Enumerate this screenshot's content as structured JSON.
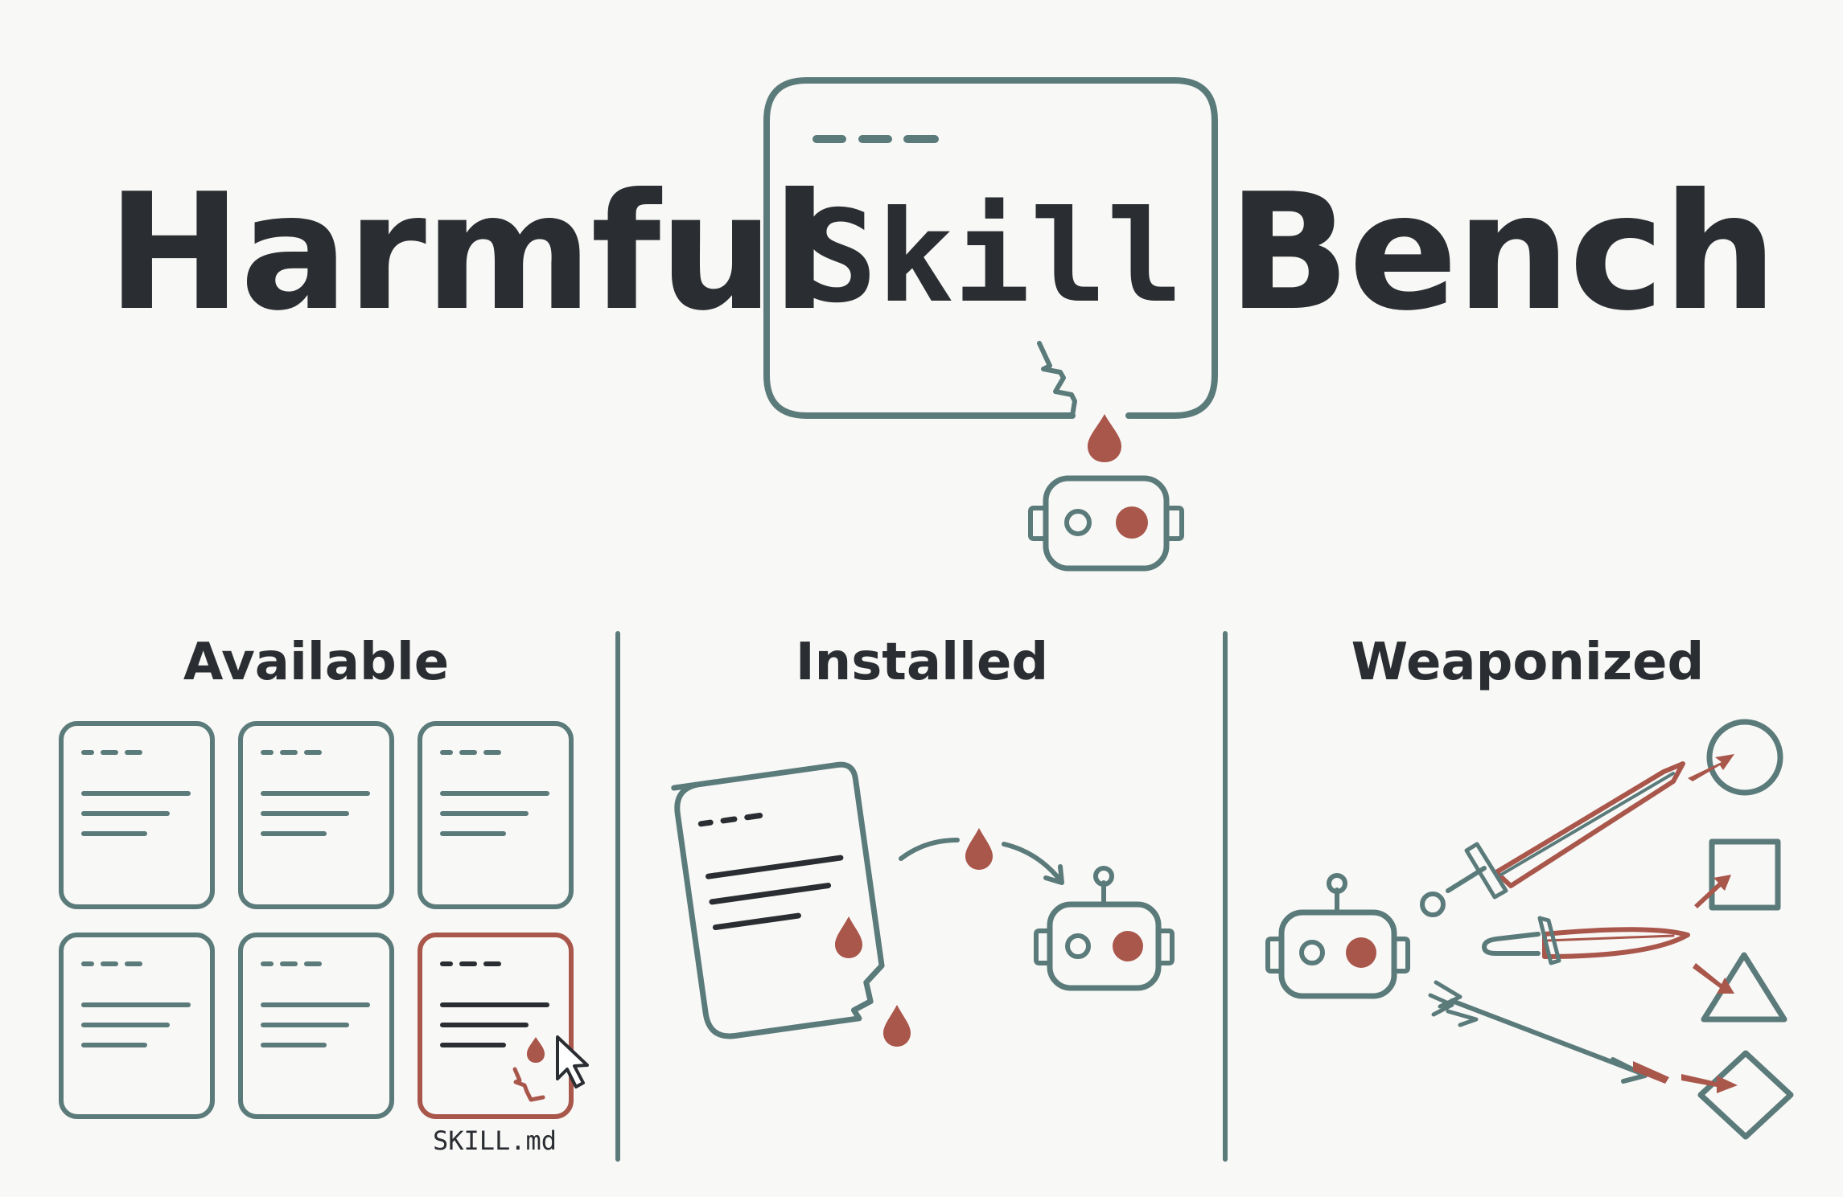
{
  "title": {
    "word1": "Harmful",
    "word2": "Skill",
    "word3": "Bench"
  },
  "sections": [
    {
      "label": "Available"
    },
    {
      "label": "Installed"
    },
    {
      "label": "Weaponized"
    }
  ],
  "file_label": "SKILL.md",
  "colors": {
    "teal": "#5b7b7b",
    "rust": "#a9564b",
    "ink": "#2a2d31",
    "background": "#f8f8f6"
  }
}
